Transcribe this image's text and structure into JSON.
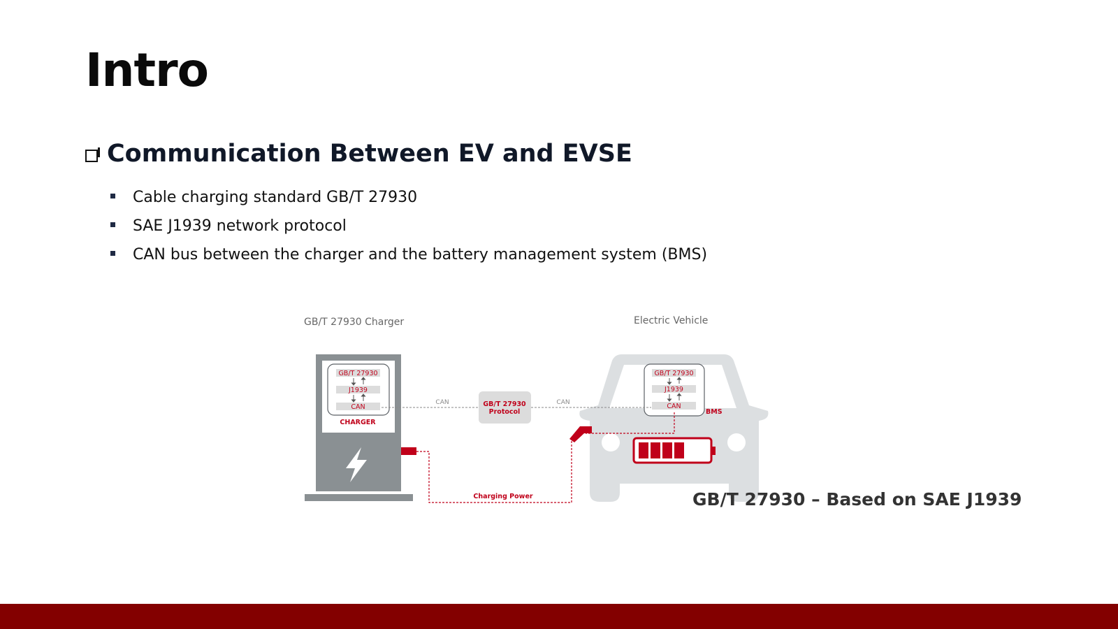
{
  "slide": {
    "title": "Intro",
    "section_heading": "Communication Between EV and EVSE",
    "bullets": [
      "Cable charging standard GB/T 27930",
      "SAE J1939 network protocol",
      "CAN bus between the charger and the battery management system (BMS)"
    ],
    "caption": "GB/T 27930 – Based on SAE J1939"
  },
  "diagram": {
    "charger_heading": "GB/T 27930 Charger",
    "vehicle_heading": "Electric Vehicle",
    "charger_stack": [
      "GB/T 27930",
      "J1939",
      "CAN"
    ],
    "charger_label": "CHARGER",
    "vehicle_stack": [
      "GB/T 27930",
      "J1939",
      "CAN"
    ],
    "bms_label": "BMS",
    "link_label_left": "CAN",
    "link_label_right": "CAN",
    "protocol_line1": "GB/T 27930",
    "protocol_line2": "Protocol",
    "power_label": "Charging Power"
  },
  "colors": {
    "accent_red": "#c0001a",
    "footer": "#830000",
    "charger_gray": "#8a9093",
    "vehicle_gray": "#dcdfe1"
  }
}
